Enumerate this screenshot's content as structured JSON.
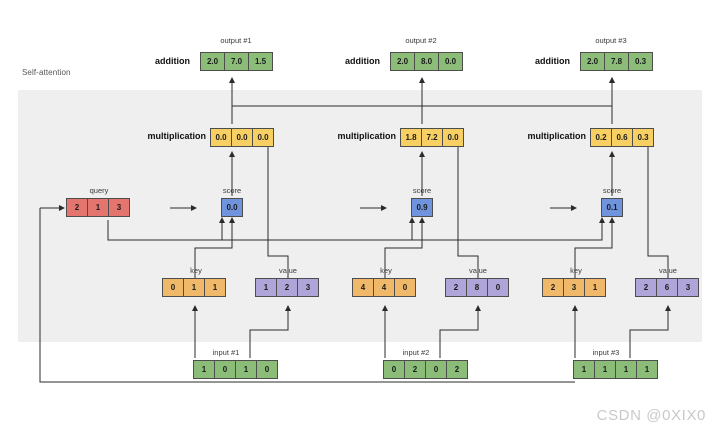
{
  "diagram": {
    "panel_label": "Self-attention",
    "watermark": "CSDN @0XIX0",
    "op_labels": {
      "addition": "addition",
      "multiplication": "multiplication"
    },
    "captions": {
      "query": "query",
      "key": "key",
      "value": "value",
      "score": "score"
    },
    "colors": {
      "panel": "#efefef",
      "input": "#8bbd78",
      "output": "#8bbd78",
      "query": "#e4746e",
      "key": "#f0b96a",
      "value": "#b0a5d8",
      "score": "#6f93dd",
      "multiplication": "#f7cf63",
      "border": "#4d4d4d",
      "wire": "#2b2b2b",
      "watermark": "#c9c9c9"
    }
  },
  "columns": [
    {
      "input_label": "input #1",
      "input": [
        "1",
        "0",
        "1",
        "0"
      ],
      "key": [
        "0",
        "1",
        "1"
      ],
      "value": [
        "1",
        "2",
        "3"
      ],
      "score": "0.0",
      "multiplication": [
        "0.0",
        "0.0",
        "0.0"
      ],
      "output_label": "output #1",
      "output": [
        "2.0",
        "7.0",
        "1.5"
      ]
    },
    {
      "input_label": "input #2",
      "input": [
        "0",
        "2",
        "0",
        "2"
      ],
      "key": [
        "4",
        "4",
        "0"
      ],
      "value": [
        "2",
        "8",
        "0"
      ],
      "score": "0.9",
      "multiplication": [
        "1.8",
        "7.2",
        "0.0"
      ],
      "output_label": "output #2",
      "output": [
        "2.0",
        "8.0",
        "0.0"
      ]
    },
    {
      "input_label": "input #3",
      "input": [
        "1",
        "1",
        "1",
        "1"
      ],
      "key": [
        "2",
        "3",
        "1"
      ],
      "value": [
        "2",
        "6",
        "3"
      ],
      "score": "0.1",
      "multiplication": [
        "0.2",
        "0.6",
        "0.3"
      ],
      "output_label": "output #3",
      "output": [
        "2.0",
        "7.8",
        "0.3"
      ]
    }
  ],
  "query": {
    "label": "query",
    "values": [
      "2",
      "1",
      "3"
    ]
  }
}
